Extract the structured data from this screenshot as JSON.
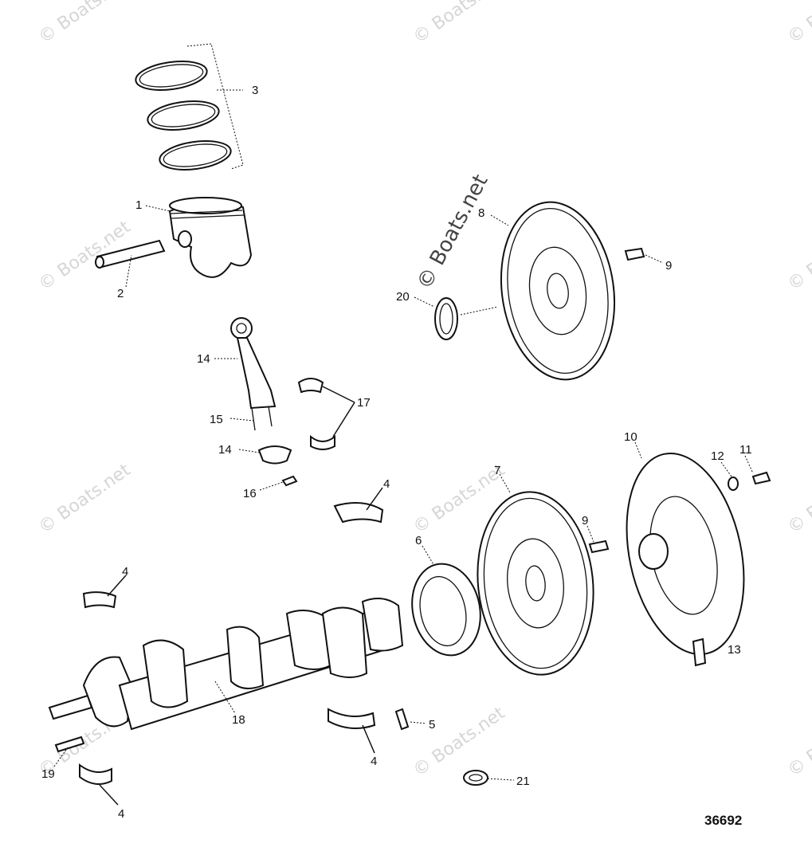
{
  "watermark": {
    "text": "© Boats.net",
    "color": "#d6d6d6"
  },
  "diagram_code": "36692",
  "callouts": [
    {
      "id": "c1",
      "text": "1"
    },
    {
      "id": "c2",
      "text": "2"
    },
    {
      "id": "c3",
      "text": "3"
    },
    {
      "id": "c4a",
      "text": "4"
    },
    {
      "id": "c4b",
      "text": "4"
    },
    {
      "id": "c4c",
      "text": "4"
    },
    {
      "id": "c4d",
      "text": "4"
    },
    {
      "id": "c5",
      "text": "5"
    },
    {
      "id": "c6",
      "text": "6"
    },
    {
      "id": "c7",
      "text": "7"
    },
    {
      "id": "c8",
      "text": "8"
    },
    {
      "id": "c9a",
      "text": "9"
    },
    {
      "id": "c9b",
      "text": "9"
    },
    {
      "id": "c10",
      "text": "10"
    },
    {
      "id": "c11",
      "text": "11"
    },
    {
      "id": "c12",
      "text": "12"
    },
    {
      "id": "c13",
      "text": "13"
    },
    {
      "id": "c14a",
      "text": "14"
    },
    {
      "id": "c14b",
      "text": "14"
    },
    {
      "id": "c15",
      "text": "15"
    },
    {
      "id": "c16",
      "text": "16"
    },
    {
      "id": "c17",
      "text": "17"
    },
    {
      "id": "c18",
      "text": "18"
    },
    {
      "id": "c19",
      "text": "19"
    },
    {
      "id": "c20",
      "text": "20"
    },
    {
      "id": "c21",
      "text": "21"
    }
  ]
}
